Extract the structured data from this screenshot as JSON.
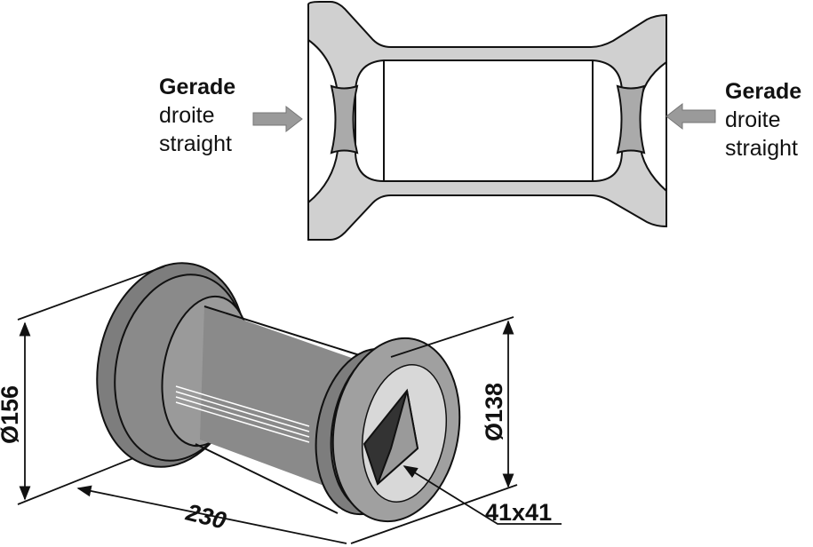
{
  "labels": {
    "left": {
      "de": "Gerade",
      "fr": "droite",
      "en": "straight"
    },
    "right": {
      "de": "Gerade",
      "fr": "droite",
      "en": "straight"
    }
  },
  "dimensions": {
    "outer_diameter": "Ø156",
    "inner_diameter": "Ø138",
    "length": "230",
    "square_bore": "41x41"
  },
  "colors": {
    "frame_fill": "#d0d0d0",
    "roller_body": "#8a8a8a",
    "arrow": "#9a9a9a",
    "line": "#111111"
  }
}
